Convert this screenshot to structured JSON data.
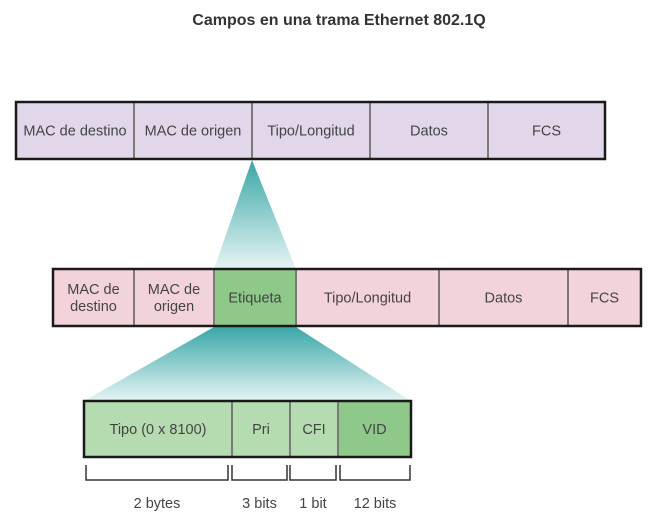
{
  "title": "Campos en una trama Ethernet 802.1Q",
  "frame_standard": {
    "fields": [
      {
        "label": [
          "MAC de destino"
        ],
        "color": "#e2d6ea"
      },
      {
        "label": [
          "MAC de origen"
        ],
        "color": "#e2d6ea"
      },
      {
        "label": [
          "Tipo/Longitud"
        ],
        "color": "#e2d6ea"
      },
      {
        "label": [
          "Datos"
        ],
        "color": "#e2d6ea"
      },
      {
        "label": [
          "FCS"
        ],
        "color": "#e2d6ea"
      }
    ]
  },
  "frame_tagged": {
    "fields": [
      {
        "label": [
          "MAC de",
          "destino"
        ],
        "color": "#f3d3da"
      },
      {
        "label": [
          "MAC de",
          "origen"
        ],
        "color": "#f3d3da"
      },
      {
        "label": [
          "Etiqueta"
        ],
        "color": "#8fc98a"
      },
      {
        "label": [
          "Tipo/Longitud"
        ],
        "color": "#f3d3da"
      },
      {
        "label": [
          "Datos"
        ],
        "color": "#f3d3da"
      },
      {
        "label": [
          "FCS"
        ],
        "color": "#f3d3da"
      }
    ]
  },
  "tag_fields": {
    "fields": [
      {
        "label": [
          "Tipo (0 x 8100)"
        ],
        "color": "#b5dcb0",
        "size": "2 bytes"
      },
      {
        "label": [
          "Pri"
        ],
        "color": "#b5dcb0",
        "size": "3 bits"
      },
      {
        "label": [
          "CFI"
        ],
        "color": "#b5dcb0",
        "size": "1 bit"
      },
      {
        "label": [
          "VID"
        ],
        "color": "#8fc98a",
        "size": "12 bits"
      }
    ]
  },
  "colors": {
    "zoom_top": "#3aa7a7",
    "zoom_bottom": "#ffffff"
  }
}
